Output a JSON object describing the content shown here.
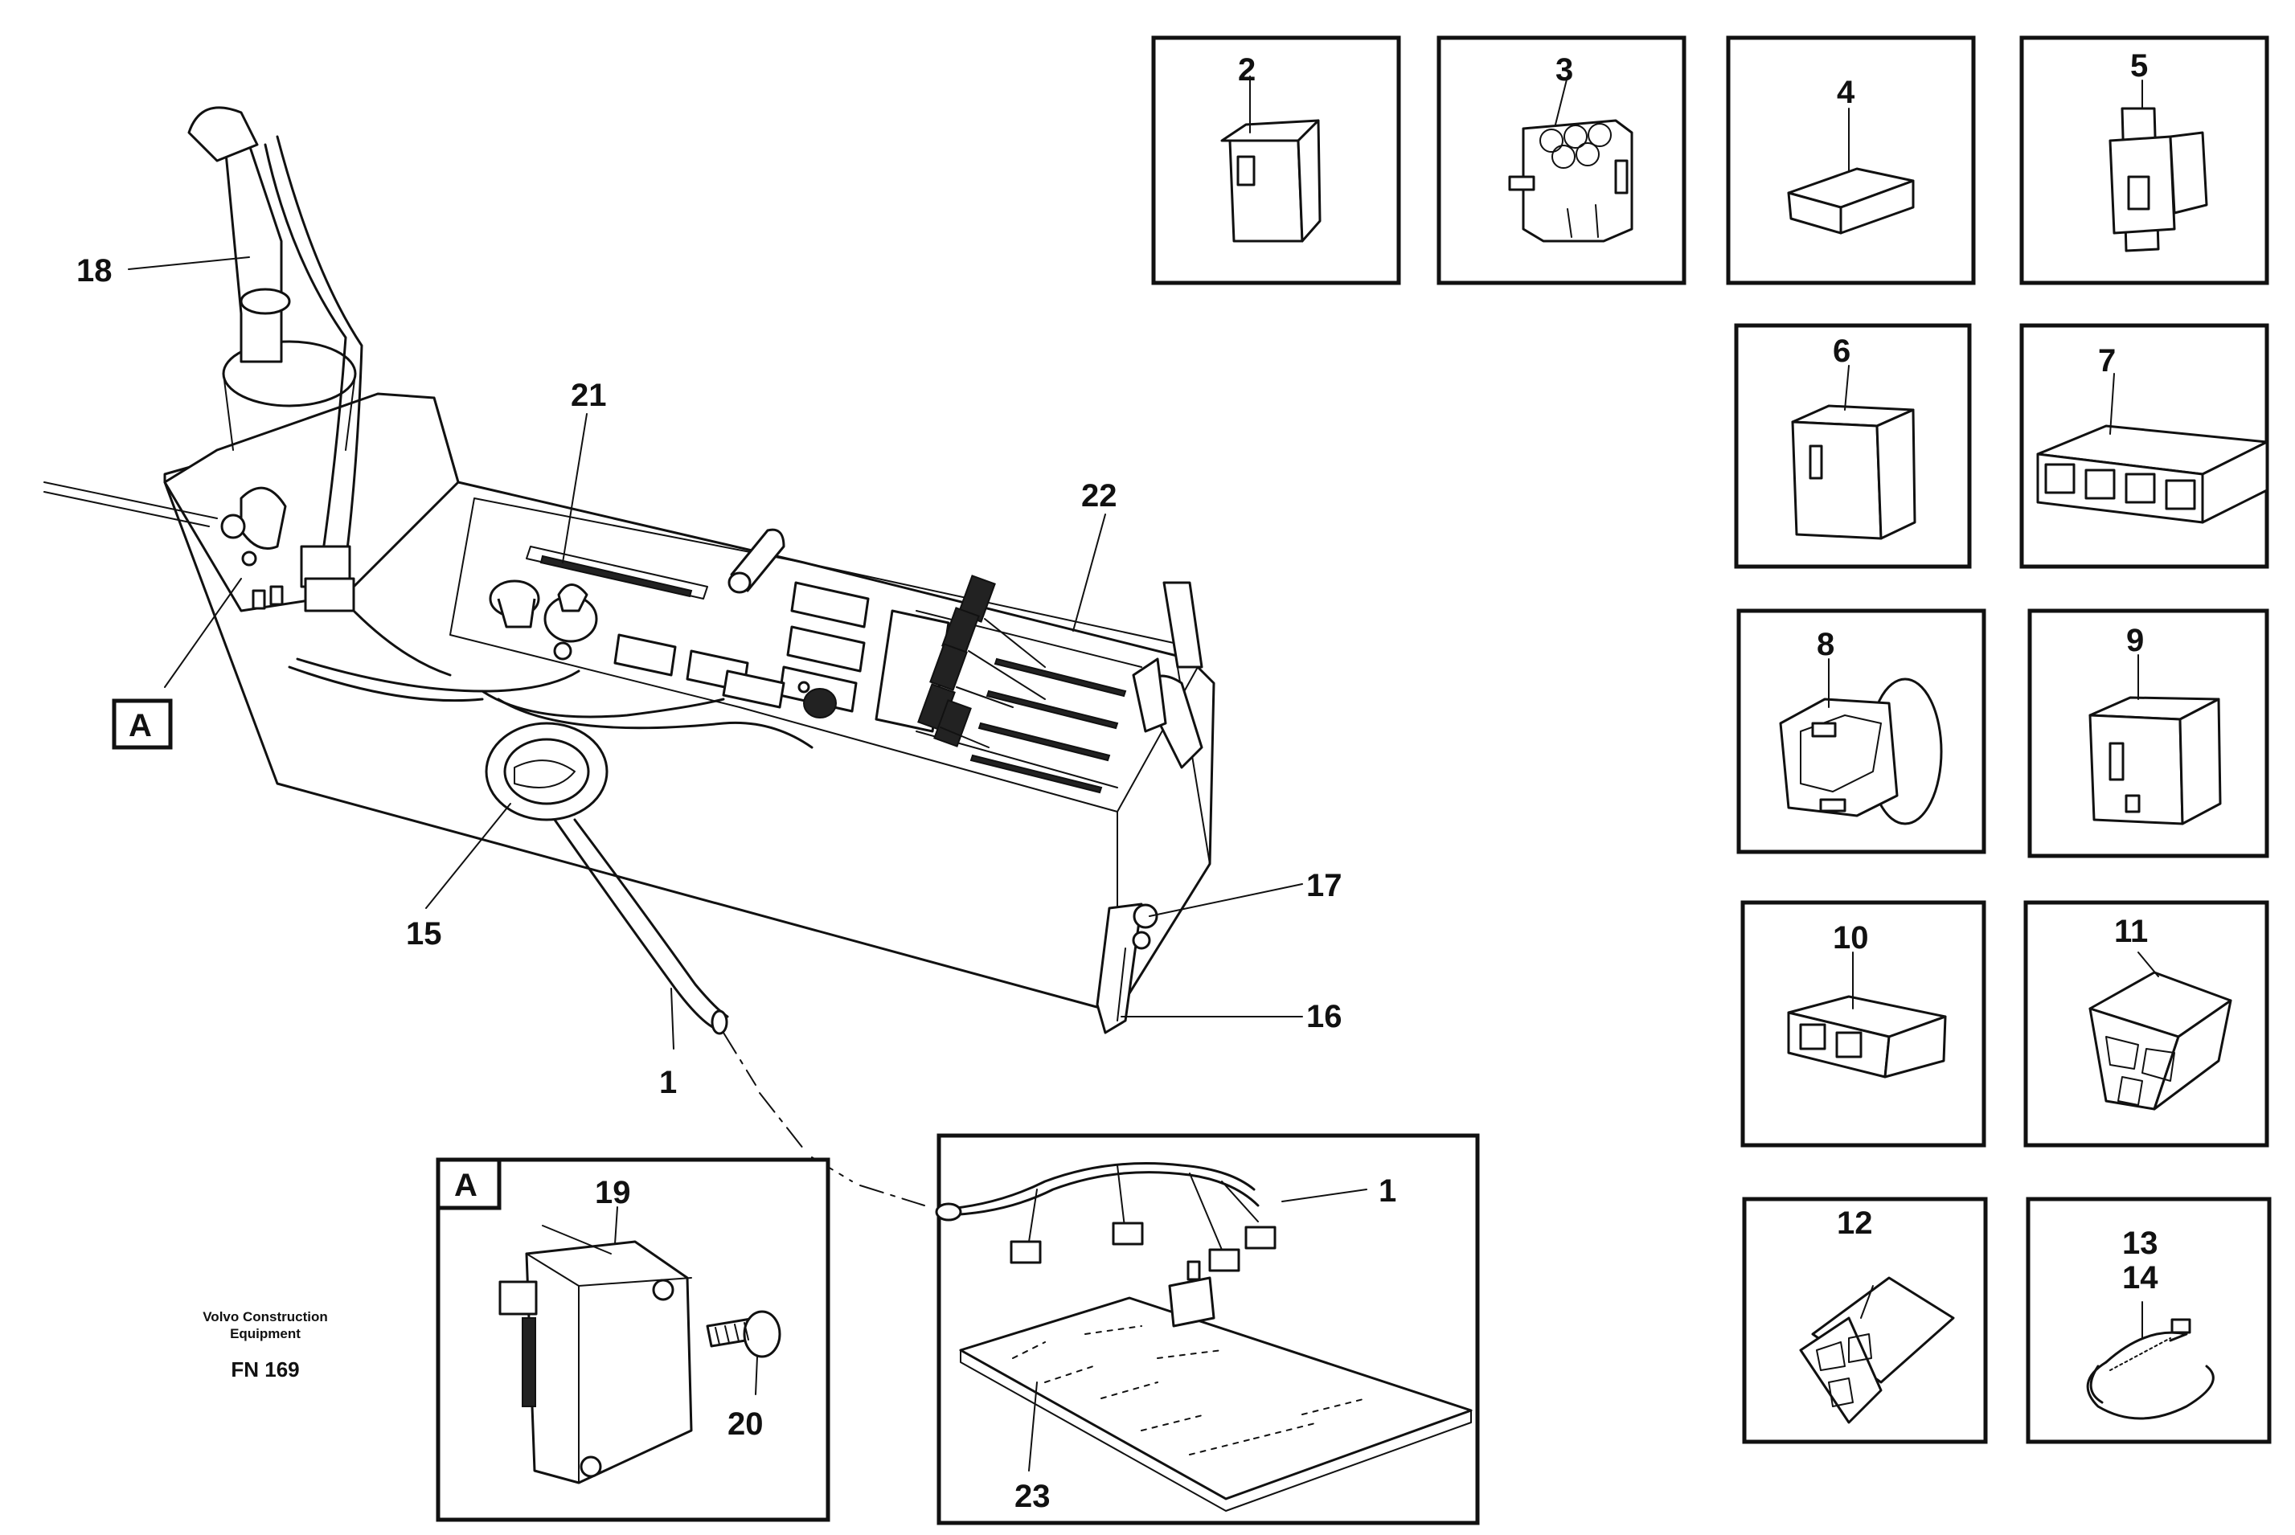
{
  "labels": {
    "p1_main": "1",
    "p1_board": "1",
    "p2": "2",
    "p3": "3",
    "p4": "4",
    "p5": "5",
    "p6": "6",
    "p7": "7",
    "p8": "8",
    "p9": "9",
    "p10": "10",
    "p11": "11",
    "p12": "12",
    "p13": "13",
    "p14": "14",
    "p15": "15",
    "p16": "16",
    "p17": "17",
    "p18": "18",
    "p19": "19",
    "p20": "20",
    "p21": "21",
    "p22": "22",
    "p23": "23"
  },
  "detail_ref": "A",
  "detail_ref_box": "A",
  "credit": {
    "line1": "Volvo Construction",
    "line2": "Equipment",
    "code": "FN 169"
  }
}
